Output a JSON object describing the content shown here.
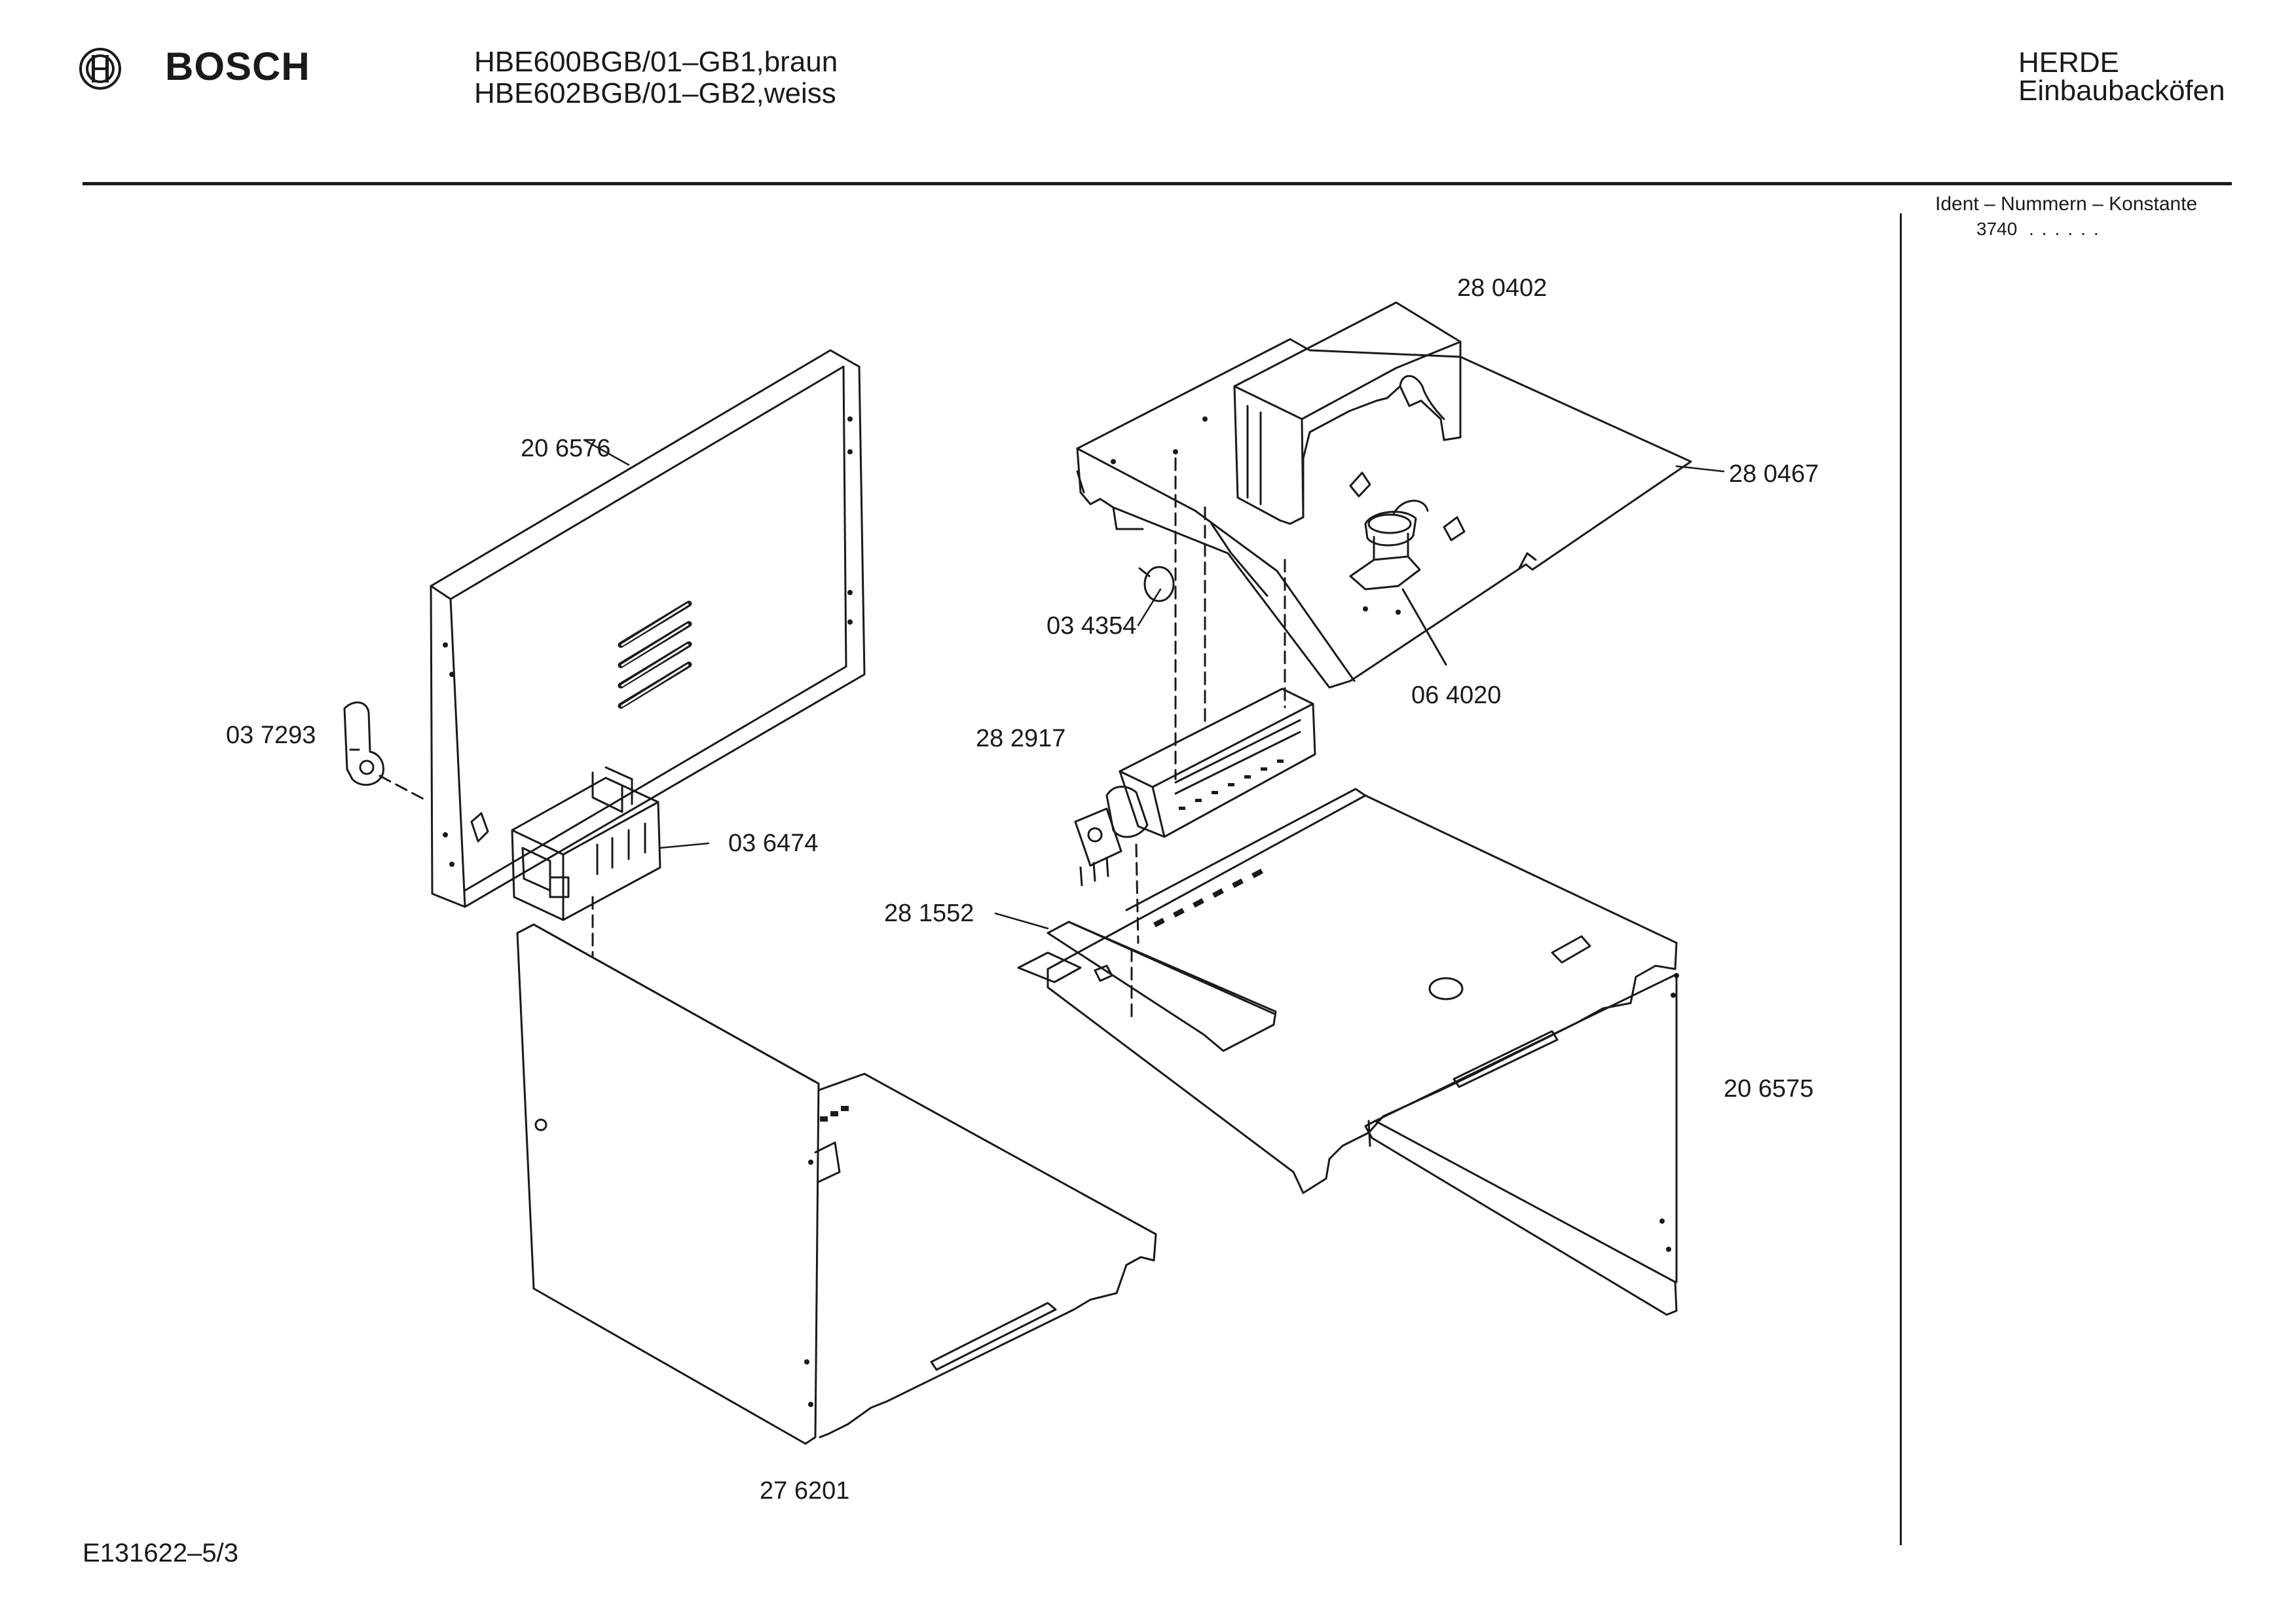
{
  "header": {
    "brand": "BOSCH",
    "models": [
      "HBE600BGB/01–GB1,braun",
      "HBE602BGB/01–GB2,weiss"
    ],
    "category": "HERDE",
    "subcategory": "Einbaubacköfen"
  },
  "ident": {
    "heading": "Ident – Nummern – Konstante",
    "value": "3740",
    "dots": "......"
  },
  "parts": {
    "p280402": "28 0402",
    "p280467": "28 0467",
    "p206576": "20 6576",
    "p034354": "03 4354",
    "p064020": "06 4020",
    "p037293": "03 7293",
    "p282917": "28 2917",
    "p036474": "03 6474",
    "p281552": "28 1552",
    "p206575": "20 6575",
    "p276201": "27 6201"
  },
  "footer": {
    "doc_code": "E131622–5/3"
  }
}
